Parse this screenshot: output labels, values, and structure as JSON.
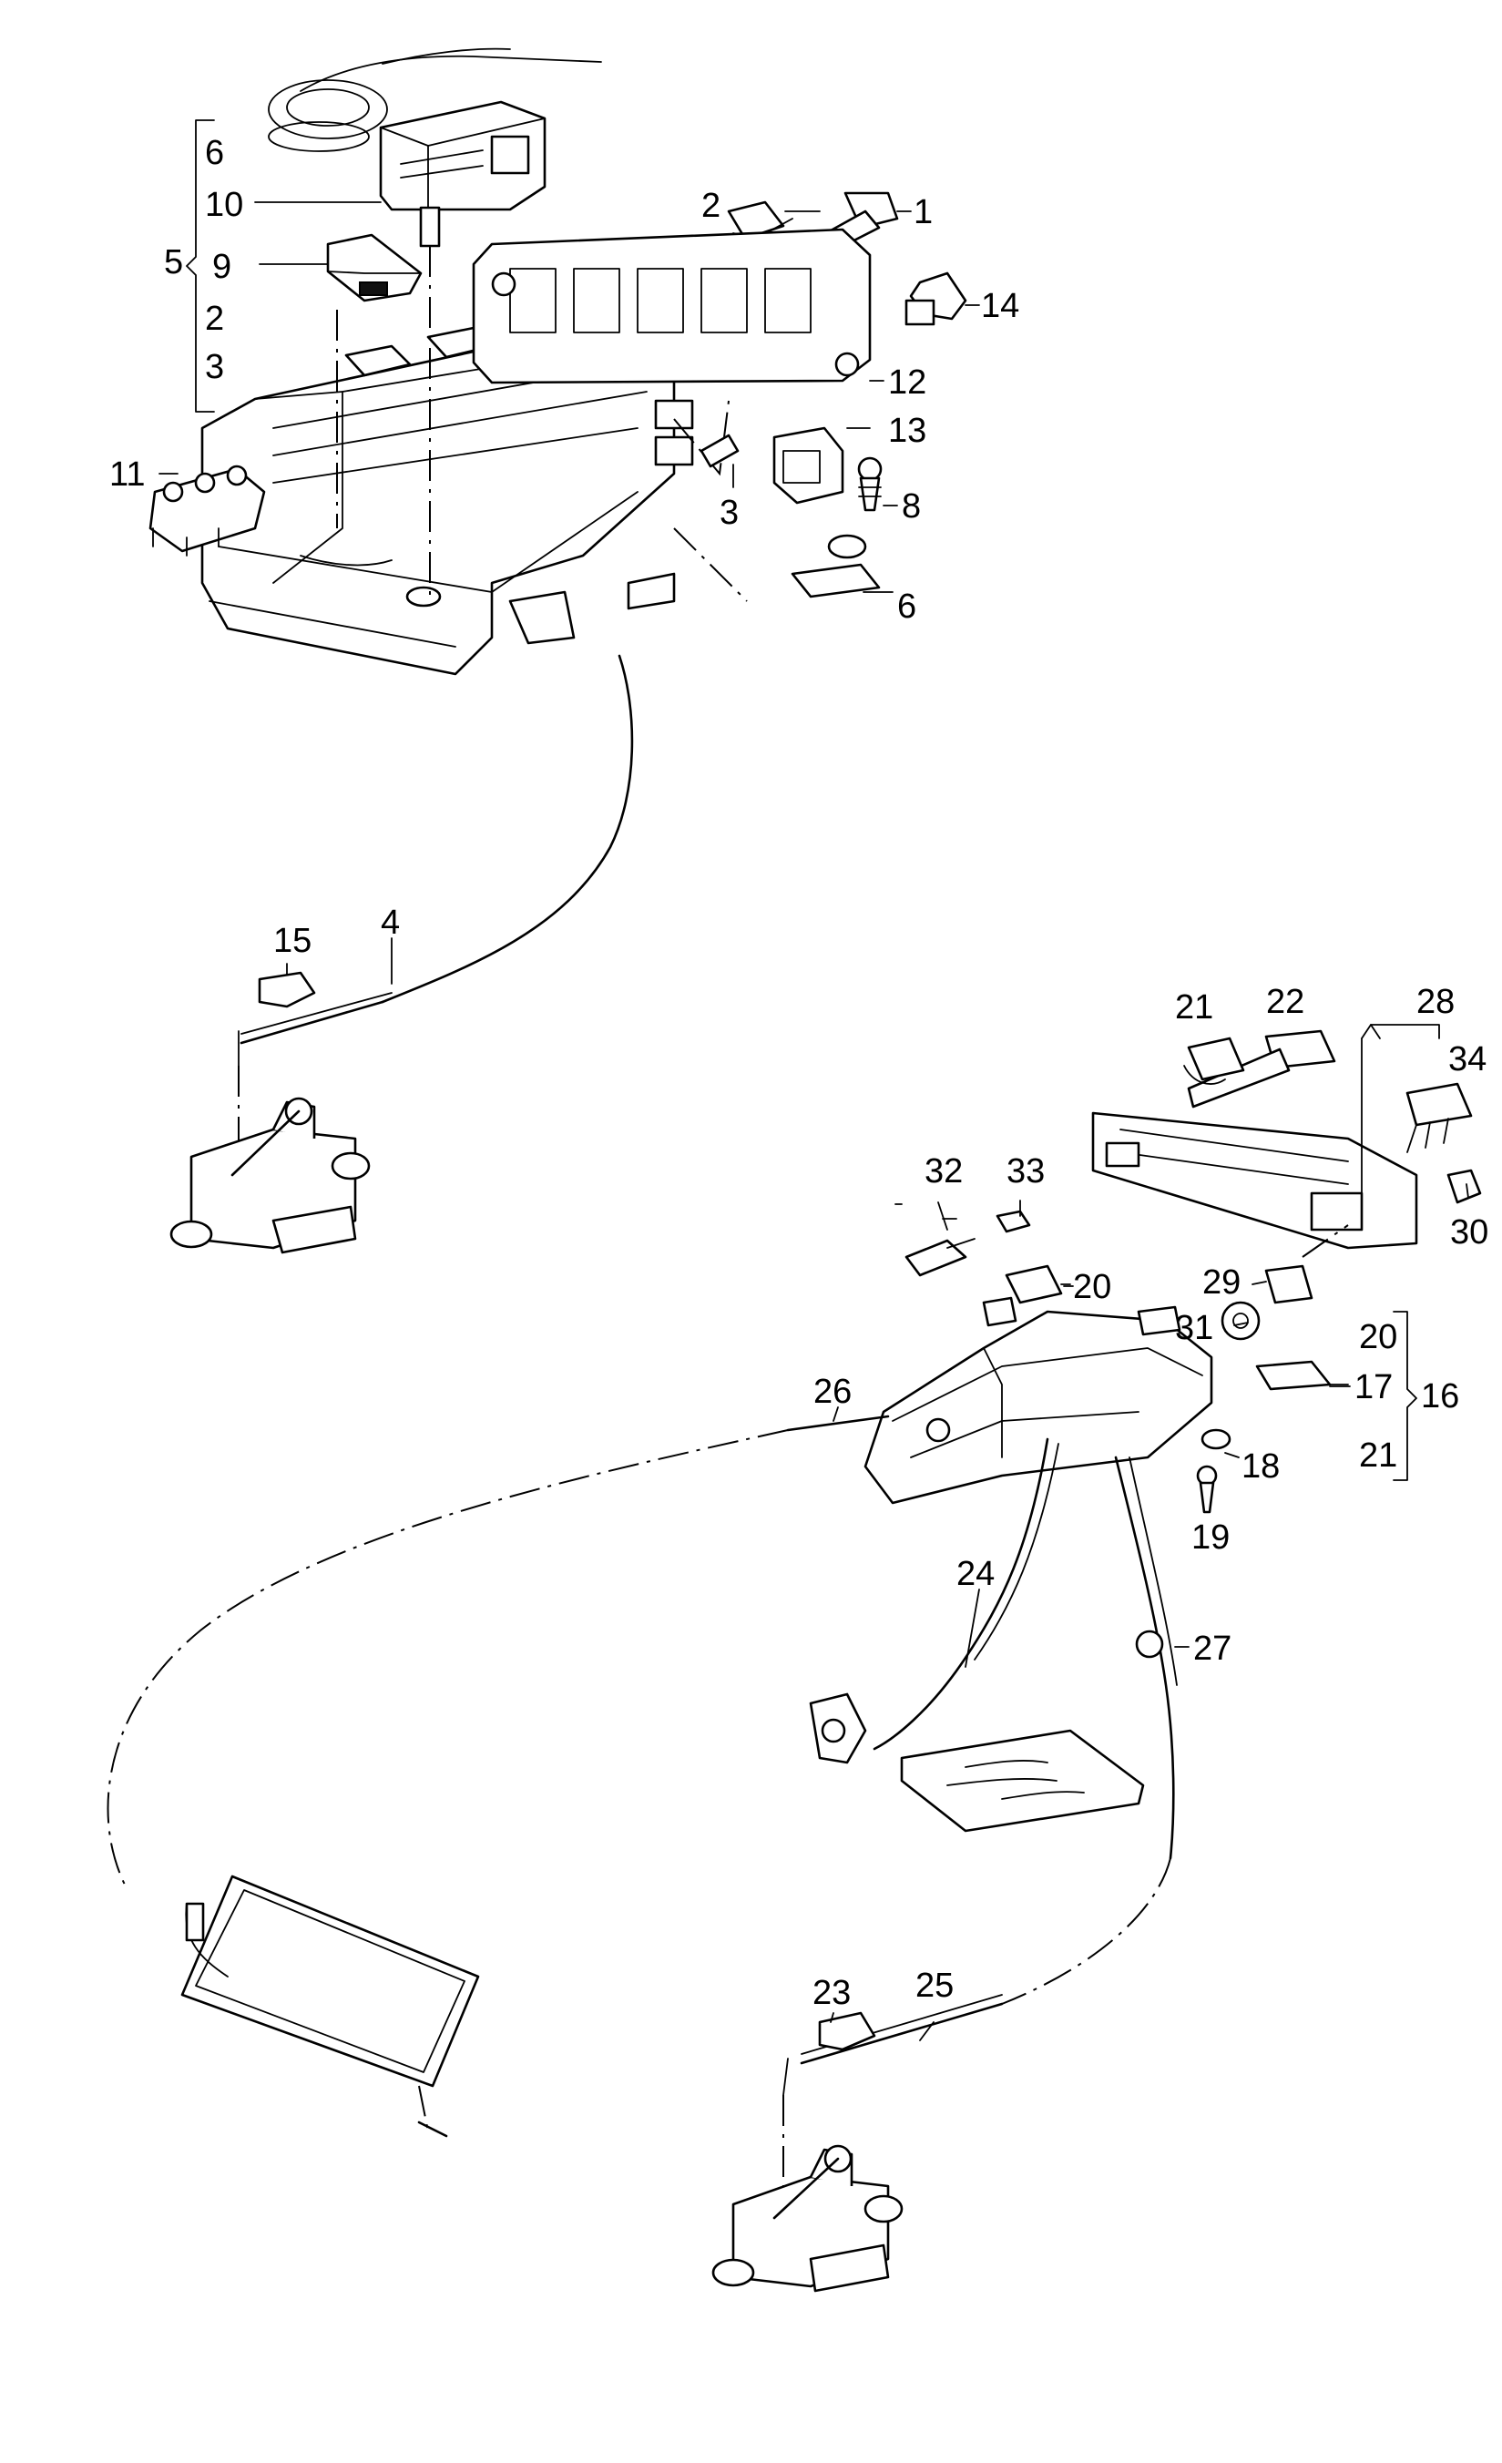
{
  "callouts": {
    "c1": "1",
    "c2a": "2",
    "c2b": "2",
    "c3a": "3",
    "c3b": "3",
    "c4": "4",
    "c5": "5",
    "c6a": "6",
    "c6b": "6",
    "c8": "8",
    "c9": "9",
    "c10": "10",
    "c11": "11",
    "c12": "12",
    "c13": "13",
    "c14": "14",
    "c15": "15",
    "c16": "16",
    "c17": "17",
    "c18": "18",
    "c19": "19",
    "c20a": "20",
    "c20b": "20",
    "c21a": "21",
    "c21b": "21",
    "c22": "22",
    "c23": "23",
    "c24": "24",
    "c25": "25",
    "c26": "26",
    "c27": "27",
    "c28": "28",
    "c29": "29",
    "c30": "30",
    "c31": "31",
    "c32": "32",
    "c33": "33",
    "c34": "34"
  }
}
